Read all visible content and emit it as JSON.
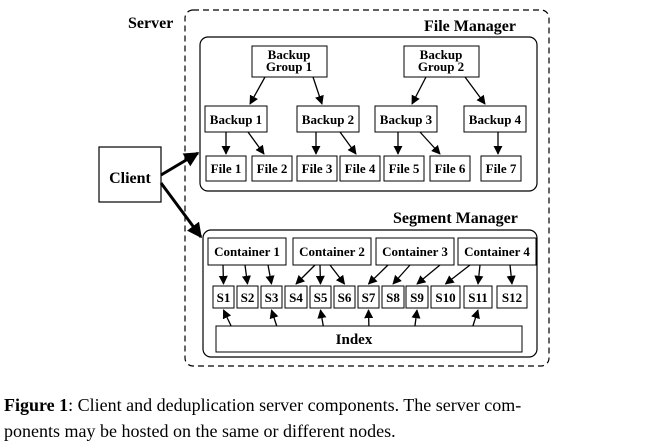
{
  "labels": {
    "server": "Server",
    "file_manager": "File Manager",
    "segment_manager": "Segment Manager",
    "client": "Client",
    "index": "Index"
  },
  "backup_groups": [
    {
      "line1": "Backup",
      "line2": "Group 1"
    },
    {
      "line1": "Backup",
      "line2": "Group 2"
    }
  ],
  "backups": [
    "Backup 1",
    "Backup 2",
    "Backup 3",
    "Backup 4"
  ],
  "files": [
    "File 1",
    "File 2",
    "File 3",
    "File 4",
    "File 5",
    "File 6",
    "File 7"
  ],
  "containers": [
    "Container 1",
    "Container 2",
    "Container 3",
    "Container 4"
  ],
  "segments": [
    "S1",
    "S2",
    "S3",
    "S4",
    "S5",
    "S6",
    "S7",
    "S8",
    "S9",
    "S10",
    "S11",
    "S12"
  ],
  "caption": {
    "figure_label": "Figure 1",
    "line1": ": Client and deduplication server components. The server com-",
    "line2": "ponents may be hosted on the same or different nodes."
  }
}
